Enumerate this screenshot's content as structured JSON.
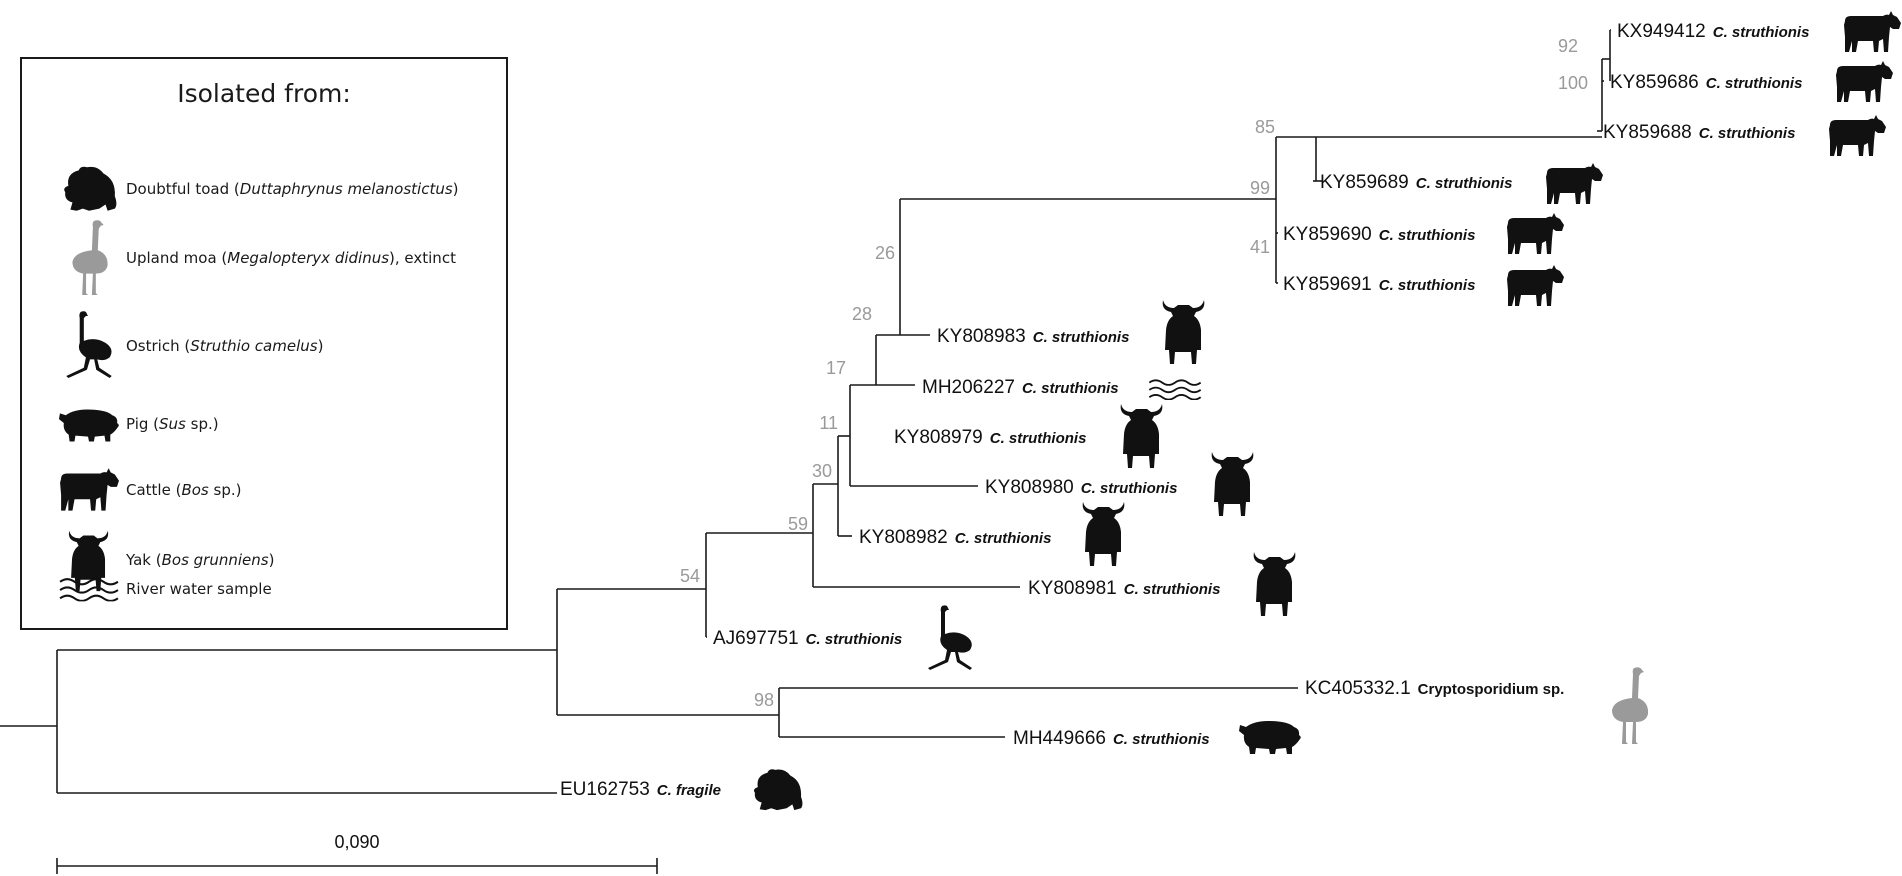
{
  "legend": {
    "title": "Isolated from:",
    "items": [
      {
        "host": "toad",
        "pre": "Doubtful toad (",
        "italic": "Duttaphrynus melanostictus",
        "post": ")"
      },
      {
        "host": "moa",
        "pre": "Upland moa (",
        "italic": "Megalopteryx didinus",
        "post": "), extinct"
      },
      {
        "host": "ostrich",
        "pre": "Ostrich (",
        "italic": "Struthio camelus",
        "post": ")"
      },
      {
        "host": "pig",
        "pre": "Pig (",
        "italic": "Sus",
        "post": " sp.)"
      },
      {
        "host": "cattle",
        "pre": "Cattle (",
        "italic": "Bos",
        "post": " sp.)"
      },
      {
        "host": "yak",
        "pre": "Yak (",
        "italic": "Bos grunniens",
        "post": ")"
      },
      {
        "host": "water",
        "pre": "River water sample",
        "italic": "",
        "post": ""
      }
    ]
  },
  "colors": {
    "branch": "#1a1a1a",
    "bootstrap": "#9a9a9a",
    "moa": "#9a9a9a",
    "silhouette": "#111111"
  },
  "tree": {
    "leaves": [
      {
        "accession": "KX949412",
        "species": "C. struthionis",
        "host": "cattle"
      },
      {
        "accession": "KY859686",
        "species": "C. struthionis",
        "host": "cattle"
      },
      {
        "accession": "KY859688",
        "species": "C. struthionis",
        "host": "cattle"
      },
      {
        "accession": "KY859689",
        "species": "C. struthionis",
        "host": "cattle"
      },
      {
        "accession": "KY859690",
        "species": "C. struthionis",
        "host": "cattle"
      },
      {
        "accession": "KY859691",
        "species": "C. struthionis",
        "host": "cattle"
      },
      {
        "accession": "KY808983",
        "species": "C. struthionis",
        "host": "yak"
      },
      {
        "accession": "MH206227",
        "species": "C. struthionis",
        "host": "water"
      },
      {
        "accession": "KY808979",
        "species": "C. struthionis",
        "host": "yak"
      },
      {
        "accession": "KY808980",
        "species": "C. struthionis",
        "host": "yak"
      },
      {
        "accession": "KY808982",
        "species": "C. struthionis",
        "host": "yak"
      },
      {
        "accession": "KY808981",
        "species": "C. struthionis",
        "host": "yak"
      },
      {
        "accession": "AJ697751",
        "species": "C. struthionis",
        "host": "ostrich"
      },
      {
        "accession": "KC405332.1",
        "species": "Cryptosporidium sp.",
        "host": "moa"
      },
      {
        "accession": "MH449666",
        "species": "C. struthionis",
        "host": "pig"
      },
      {
        "accession": "EU162753",
        "species": "C. fragile",
        "host": "toad"
      }
    ],
    "bootstrap": [
      "92",
      "100",
      "85",
      "99",
      "41",
      "26",
      "28",
      "17",
      "11",
      "30",
      "59",
      "54",
      "98"
    ]
  },
  "scale_bar": {
    "label": "0,090",
    "value": 0.09
  }
}
